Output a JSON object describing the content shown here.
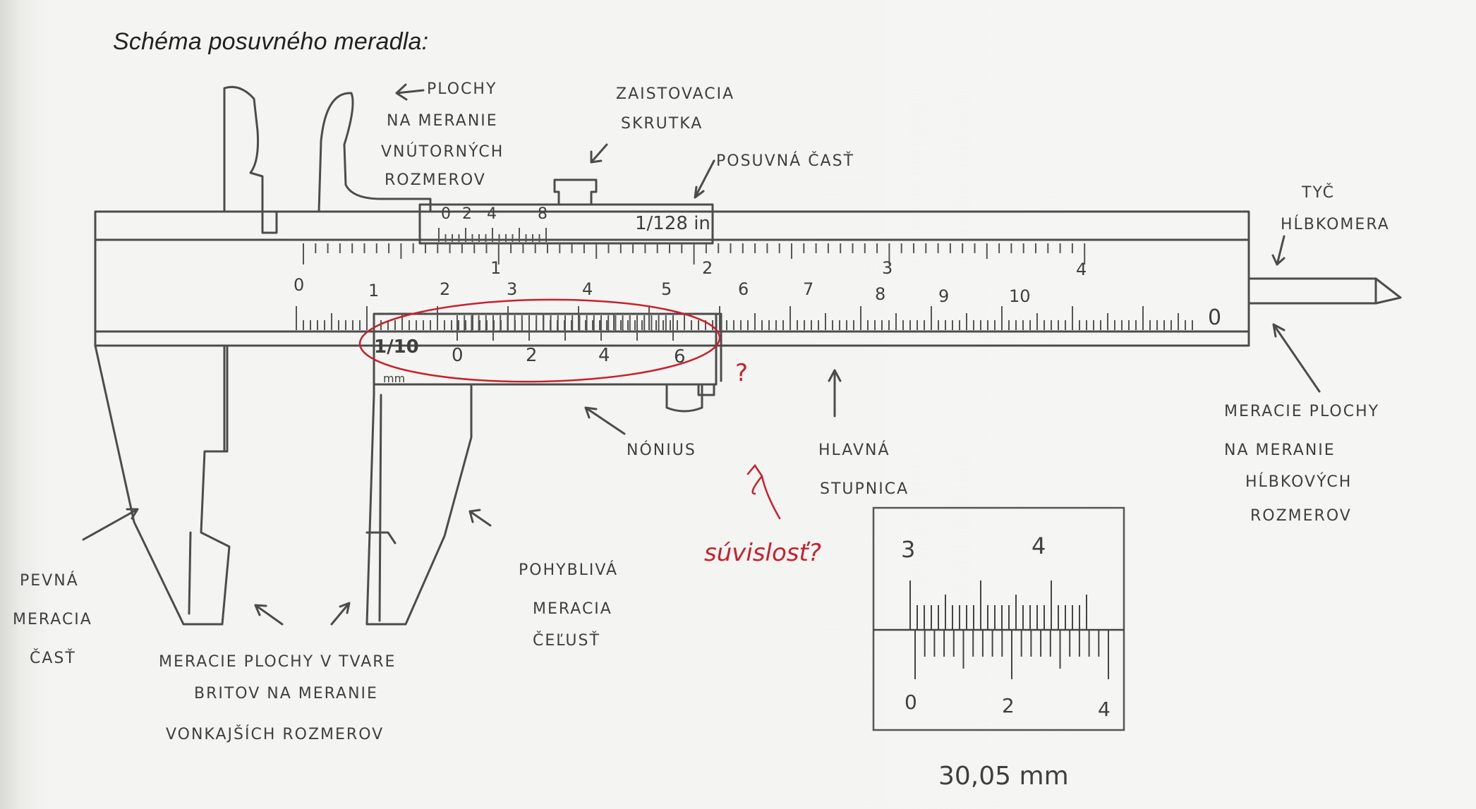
{
  "heading": "Schéma posuvného meradla:",
  "colors": {
    "pencil": "#4a4a4a",
    "annotation_red": "#c8202c",
    "paper": "#f4f4f2"
  },
  "labels": {
    "inner_faces": [
      "PLOCHY",
      "NA MERANIE",
      "VNÚTORNÝCH",
      "ROZMEROV"
    ],
    "locking_screw": [
      "ZAISTOVACIA",
      "SKRUTKA"
    ],
    "sliding_part": "POSUVNÁ ČASŤ",
    "depth_rod": [
      "TYČ",
      "HĹBKOMERA"
    ],
    "vernier": "NÓNIUS",
    "main_scale": [
      "HLAVNÁ",
      "STUPNICA"
    ],
    "depth_faces": [
      "MERACIE PLOCHY",
      "NA MERANIE",
      "HĹBKOVÝCH",
      "ROZMEROV"
    ],
    "fixed_part": [
      "PEVNÁ",
      "MERACIA",
      "ČASŤ"
    ],
    "moving_part": [
      "POHYBLIVÁ",
      "MERACIA",
      "ČEĽUSŤ"
    ],
    "outer_faces": [
      "MERACIE PLOCHY V TVARE",
      "BRITOV NA MERANIE",
      "VONKAJŠÍCH ROZMEROV"
    ]
  },
  "scales": {
    "upper_slider_numbers": [
      "0",
      "2",
      "4",
      "8"
    ],
    "upper_slider_resolution": "1/128 in",
    "inch_numbers": [
      "1",
      "2",
      "3",
      "4"
    ],
    "cm_numbers": [
      "0",
      "1",
      "2",
      "3",
      "4",
      "5",
      "6",
      "7",
      "8",
      "9",
      "10"
    ],
    "end_mark": "0",
    "vernier_resolution": "1/10",
    "vernier_unit": "mm",
    "vernier_numbers": [
      "0",
      "2",
      "4",
      "6"
    ]
  },
  "annotations": {
    "question_mark": "?",
    "relation": "súvislosť?"
  },
  "detail": {
    "main_numbers": [
      "3",
      "4"
    ],
    "vernier_numbers": [
      "0",
      "2",
      "4"
    ],
    "reading": "30,05 mm"
  }
}
